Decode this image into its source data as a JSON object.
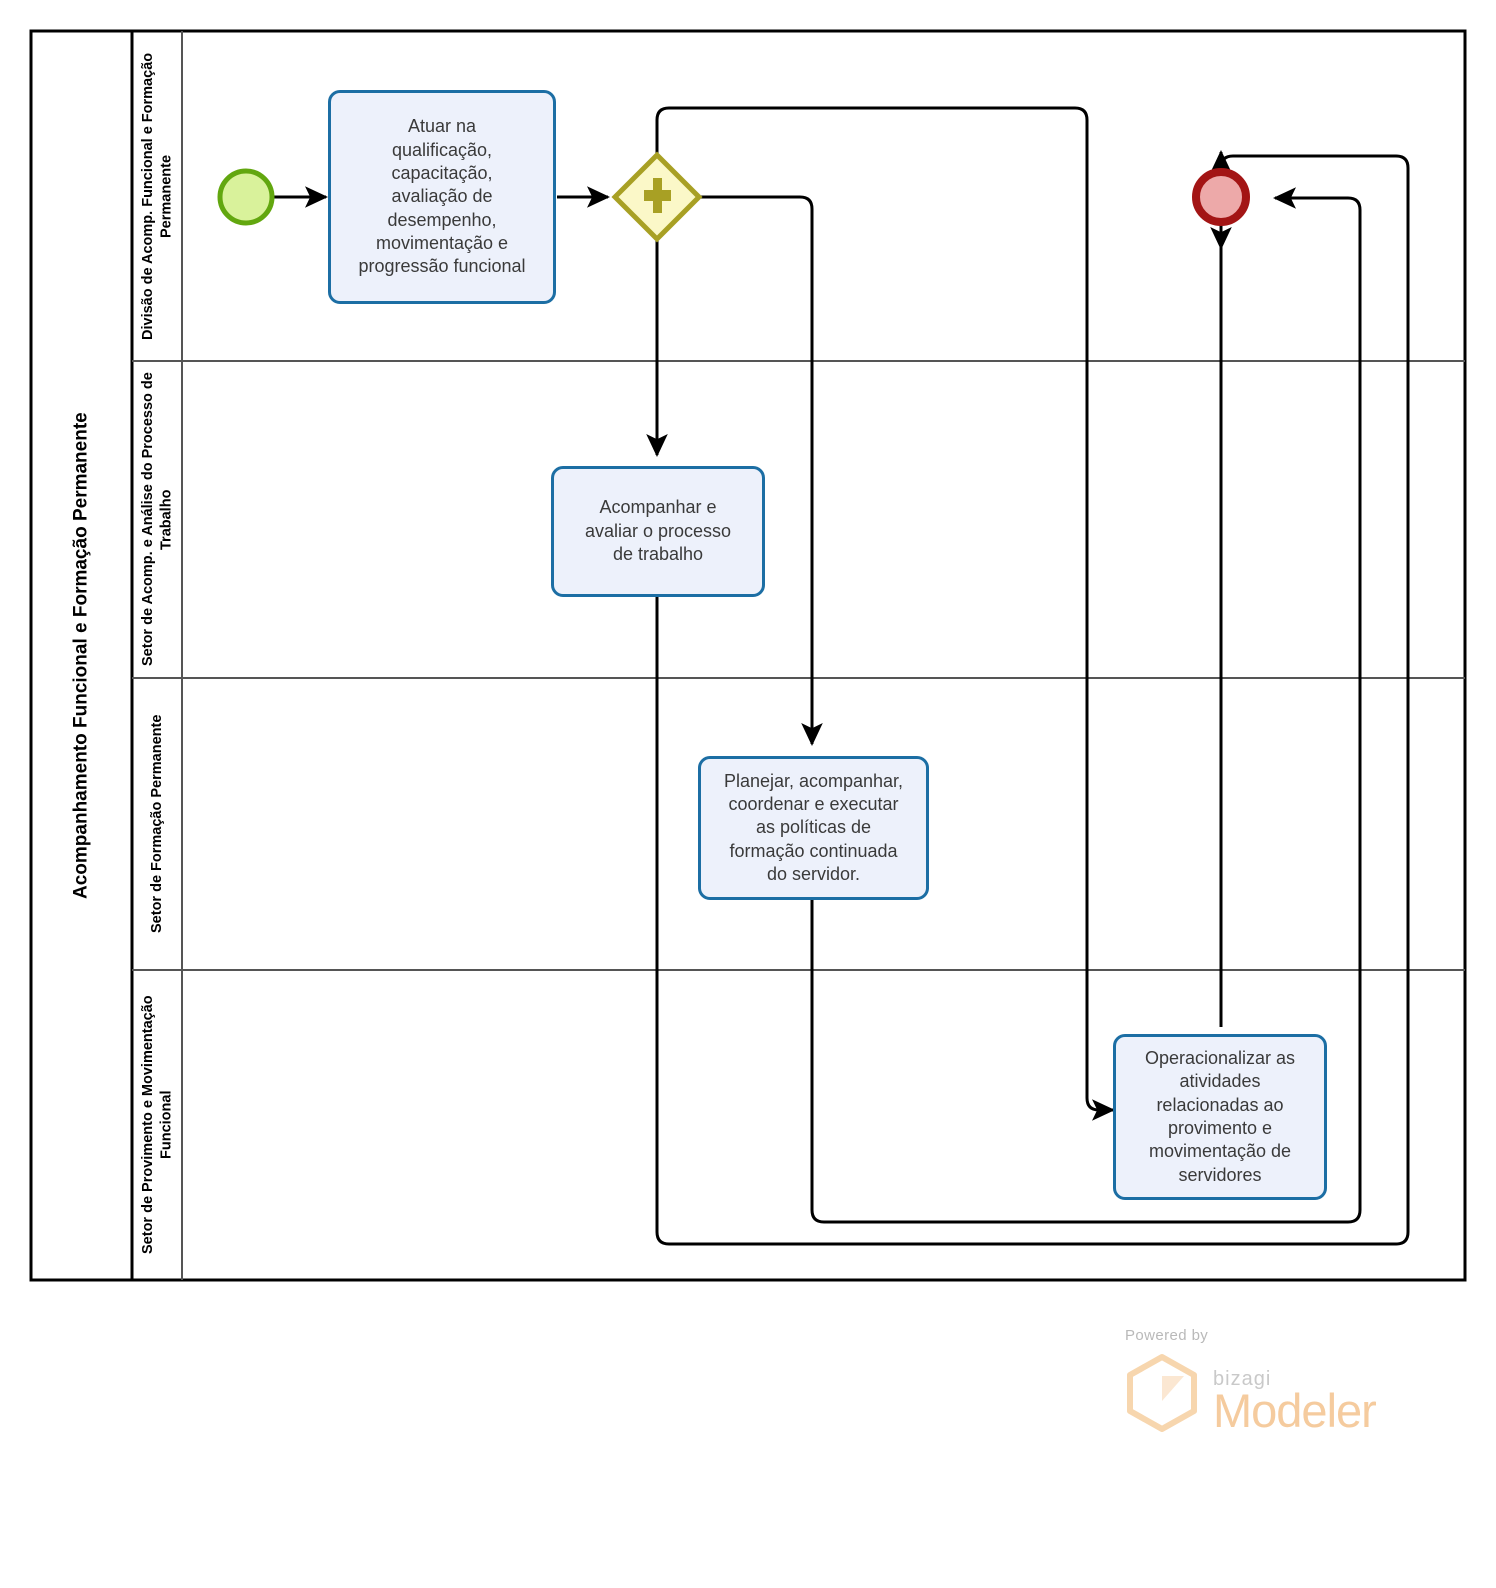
{
  "diagram": {
    "type": "bpmn-process-diagram",
    "pool": {
      "label": "Acompanhamento Funcional e Formação Permanente"
    },
    "lanes": [
      {
        "id": "lane1",
        "label": "Divisão de Acomp. Funcional e Formação Permanente"
      },
      {
        "id": "lane2",
        "label": "Setor de Acomp. e Análise do Processo de Trabalho"
      },
      {
        "id": "lane3",
        "label": "Setor de Formação Permanente"
      },
      {
        "id": "lane4",
        "label": "Setor de Provimento e Movimentação Funcional"
      }
    ],
    "events": [
      {
        "id": "start",
        "kind": "start-event",
        "lane": "lane1",
        "fill": "#d9f29b",
        "stroke": "#62a70f"
      },
      {
        "id": "end",
        "kind": "end-event",
        "lane": "lane1",
        "fill": "#eda9a9",
        "stroke": "#a31515"
      }
    ],
    "gateways": [
      {
        "id": "gw1",
        "kind": "parallel-gateway",
        "symbol": "+",
        "lane": "lane1",
        "fill": "#fbf8c8",
        "stroke": "#a8a024"
      }
    ],
    "tasks": [
      {
        "id": "task1",
        "lane": "lane1",
        "label": "Atuar na qualificação, capacitação, avaliação de desempenho, movimentação e progressão funcional",
        "lines": [
          "Atuar na",
          "qualificação,",
          "capacitação,",
          "avaliação de",
          "desempenho,",
          "movimentação e",
          "progressão funcional"
        ]
      },
      {
        "id": "task2",
        "lane": "lane2",
        "label": "Acompanhar e avaliar o processo de trabalho",
        "lines": [
          "Acompanhar e",
          "avaliar o processo",
          "de trabalho"
        ]
      },
      {
        "id": "task3",
        "lane": "lane3",
        "label": "Planejar, acompanhar, coordenar e executar as políticas de formação continuada do servidor.",
        "lines": [
          "Planejar, acompanhar,",
          "coordenar e executar",
          "as políticas de",
          "formação continuada",
          "do servidor."
        ]
      },
      {
        "id": "task4",
        "lane": "lane4",
        "label": "Operacionalizar as atividades relacionadas ao provimento e movimentação de servidores",
        "lines": [
          "Operacionalizar as",
          "atividades",
          "relacionadas ao",
          "provimento e",
          "movimentação de",
          "servidores"
        ]
      }
    ],
    "flows": [
      {
        "from": "start",
        "to": "task1"
      },
      {
        "from": "task1",
        "to": "gw1"
      },
      {
        "from": "gw1",
        "to": "task2"
      },
      {
        "from": "gw1",
        "to": "task3"
      },
      {
        "from": "gw1",
        "to": "task4"
      },
      {
        "from": "task2",
        "to": "end"
      },
      {
        "from": "task3",
        "to": "end"
      },
      {
        "from": "task4",
        "to": "end"
      }
    ],
    "colors": {
      "task_fill": "#edf1fb",
      "task_stroke": "#1c6ea4",
      "connector": "#000000",
      "pool_border": "#000000",
      "lane_divider": "#555555",
      "brand_accent": "#f5cb9e"
    }
  },
  "branding": {
    "powered_by": "Powered by",
    "vendor": "bizagi",
    "product": "Modeler"
  }
}
